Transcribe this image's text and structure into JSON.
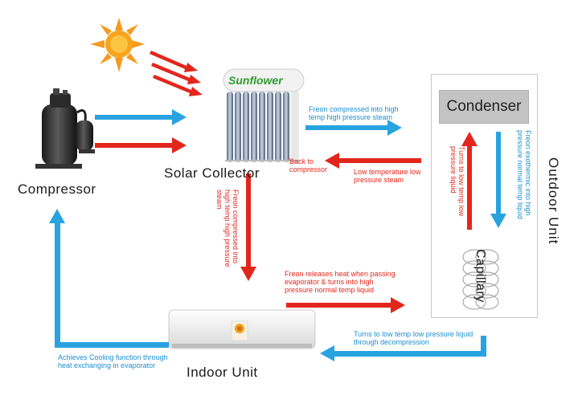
{
  "labels": {
    "compressor": "Compressor",
    "solar_collector": "Solar Collector",
    "indoor_unit": "Indoor Unit",
    "outdoor_unit": "Outdoor Unit",
    "condenser": "Condenser",
    "capillary": "Capillary",
    "brand": "Sunflower"
  },
  "annotations": {
    "freon_compressed_top": "Freon compressed into high temp high pressure steam",
    "back_to_compressor": "Back to compressor",
    "low_temp_low_pressure_steam": "Low temperature low pressure steam",
    "freon_compressed_vertical": "Freon compressed into high temp high pressure steam",
    "freon_exothermic": "Freon exothermic into high pressure normal temp liquid",
    "turns_to_low_temp": "Turns to low temp low pressure liquid",
    "freon_releases_heat": "Freon releases heat when passing evaporator & turns into high pressure normal temp liquid",
    "turns_low_temp_decompression": "Turns to low temp low pressure liquid through decompression",
    "achieves_cooling": "Achieves Cooling function through heat exchanging in evaporator"
  },
  "colors": {
    "red_arrow": "#e3261c",
    "blue_arrow": "#29a3e0",
    "sun": "#f59a1e",
    "red_text": "#e3261c",
    "blue_text": "#1c8fd0"
  },
  "icons": [
    "sun-icon",
    "compressor-image",
    "solar-collector-image",
    "indoor-unit-image"
  ]
}
